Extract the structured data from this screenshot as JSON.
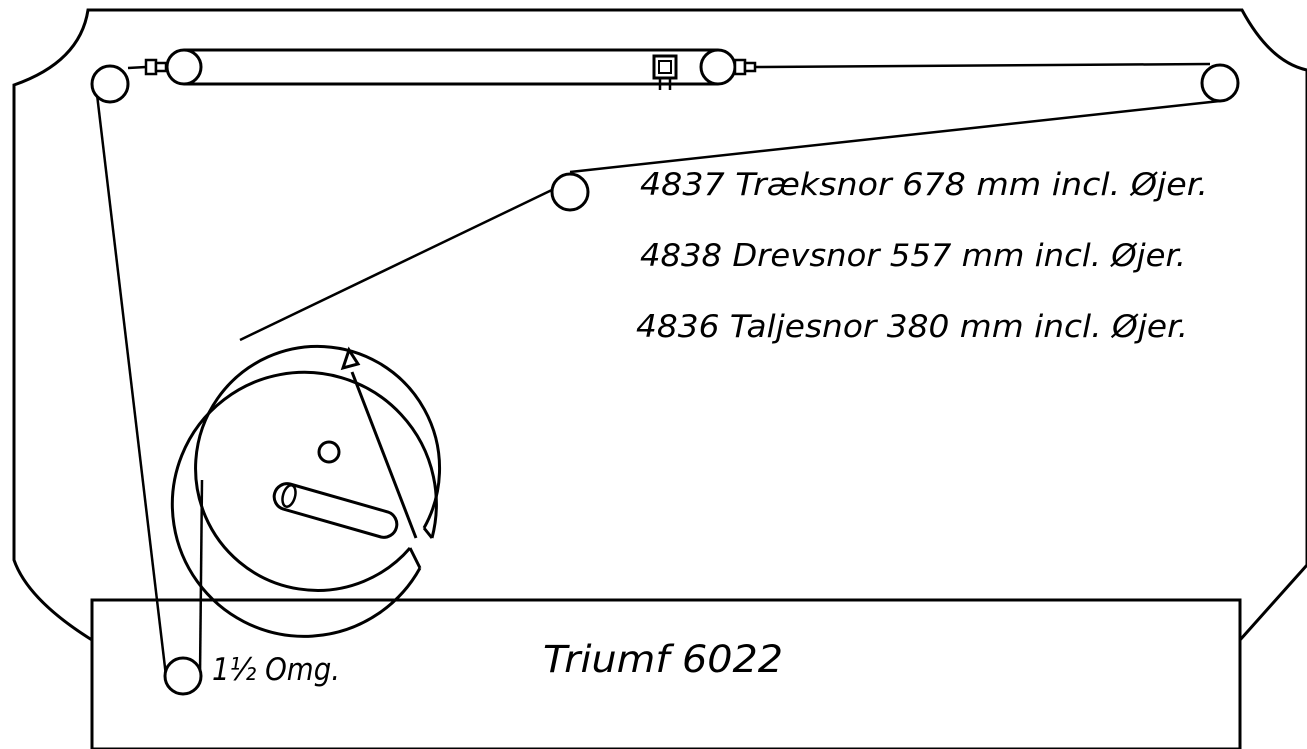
{
  "diagram": {
    "cords": [
      {
        "label": "4837 Træksnor 678 mm  incl. Øjer."
      },
      {
        "label": "4838 Drevsnor  557 mm  incl. Øjer."
      },
      {
        "label": "4836 Taljesnor 380 mm  incl. Øjer."
      }
    ],
    "wrap_note": "1½ Omg.",
    "model": "Triumf 6022"
  },
  "colors": {
    "ink": "#000000",
    "paper": "#ffffff"
  }
}
